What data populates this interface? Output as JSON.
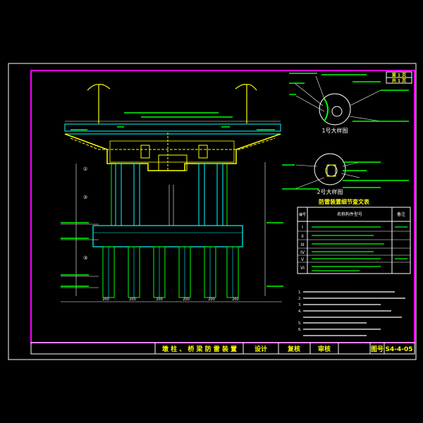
{
  "colors": {
    "background": "#000000",
    "outer_frame": "#ffffff",
    "inner_frame": "#ff00ff",
    "structure": "#00ffff",
    "piles": "#00ff00",
    "text_primary": "#ffff00",
    "text_secondary": "#00ff00",
    "cable": "#ff00ff"
  },
  "drawing": {
    "title": "墩 柱 、 桥 梁 防 雷 装 置",
    "cells": {
      "designed": "设计",
      "checked": "复核",
      "reviewed": "审核",
      "drawing_no_label": "图号",
      "drawing_no": "S4-4-05"
    },
    "page_box": {
      "line1": "第 1 页",
      "line2": "共 1 页"
    }
  },
  "detail1": {
    "label": "1号大样图"
  },
  "detail2": {
    "label": "2号大样图"
  },
  "table": {
    "title": "防雷装置细节查文表",
    "headers": [
      "编号",
      "名称构件型号",
      "备注"
    ],
    "rows": [
      {
        "no": "I"
      },
      {
        "no": "II"
      },
      {
        "no": "III"
      },
      {
        "no": "IV"
      },
      {
        "no": "V"
      },
      {
        "no": "VI"
      }
    ]
  },
  "notes": {
    "items": [
      "1.",
      "2.",
      "3.",
      "4.",
      "5.",
      "6."
    ]
  },
  "elevation": {
    "dims_bottom": [
      "200",
      "200",
      "200",
      "200",
      "200",
      "200"
    ],
    "marks": [
      "①",
      "②",
      "③"
    ]
  },
  "icons": [
    "lightning-rod-icon",
    "section-marker-icon",
    "grounding-icon"
  ]
}
